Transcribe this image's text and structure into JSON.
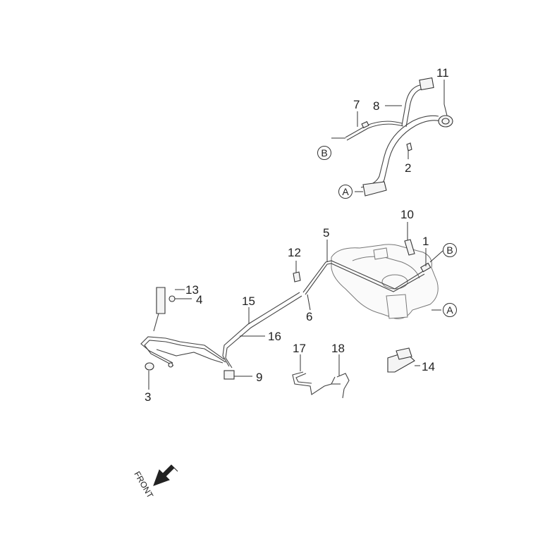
{
  "part_numbers": {
    "p1": "1",
    "p2": "2",
    "p3": "3",
    "p4": "4",
    "p5": "5",
    "p6": "6",
    "p7": "7",
    "p8": "8",
    "p9": "9",
    "p10": "10",
    "p11": "11",
    "p12": "12",
    "p13": "13",
    "p14": "14",
    "p15": "15",
    "p16": "16",
    "p17": "17",
    "p18": "18"
  },
  "reference_markers": {
    "a_upper": "A",
    "b_upper": "B",
    "b_lower": "B",
    "a_lower": "A"
  },
  "front_indicator": {
    "label": "FRONT",
    "icon": "arrow-down-left-icon"
  }
}
